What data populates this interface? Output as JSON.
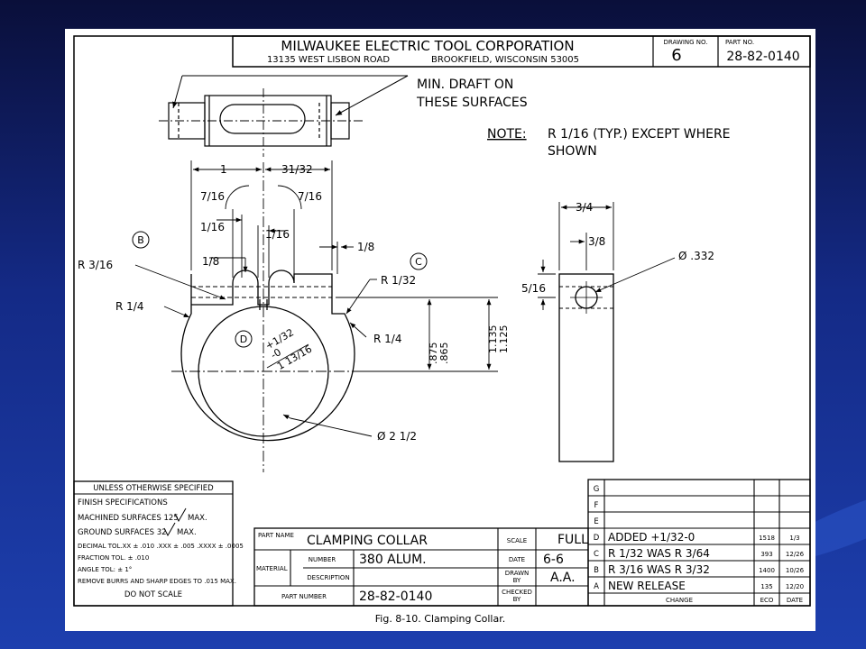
{
  "title_block": {
    "company": "MILWAUKEE ELECTRIC TOOL CORPORATION",
    "address_street": "13135 WEST LISBON ROAD",
    "address_city": "BROOKFIELD, WISCONSIN 53005",
    "drawing_no_label": "DRAWING NO.",
    "drawing_no": "6",
    "part_no_label": "PART NO.",
    "part_no": "28-82-0140"
  },
  "notes": {
    "draft_line1": "MIN. DRAFT ON",
    "draft_line2": "THESE SURFACES",
    "note_label": "NOTE:",
    "note_line1": "R 1/16 (TYP.) EXCEPT WHERE",
    "note_line2": "SHOWN"
  },
  "dimensions": {
    "d_1": "1",
    "d_31_32": "31/32",
    "d_7_16_left": "7/16",
    "d_7_16_right": "7/16",
    "d_1_16_left": "1/16",
    "d_1_16_right": "1/16",
    "d_1_8_left": "1/8",
    "d_1_8_right": "1/8",
    "r_3_16": "R 3/16",
    "r_1_4_left": "R 1/4",
    "r_1_32": "R 1/32",
    "r_1_4_right": "R 1/4",
    "tol_plus": "+1/32",
    "tol_minus": "-0",
    "bore": "1 13/16",
    "d_875": ".875",
    "d_865": ".865",
    "d_1135": "1.135",
    "d_1125": "1.125",
    "dia_2_1_2": "Ø 2 1/2",
    "d_3_4": "3/4",
    "d_3_8": "3/8",
    "d_5_16": "5/16",
    "dia_332": "Ø .332"
  },
  "callouts": {
    "b": "B",
    "c": "C",
    "d": "D"
  },
  "spec_box": {
    "heading": "UNLESS OTHERWISE SPECIFIED",
    "finish": "FINISH SPECIFICATIONS",
    "machined": "MACHINED SURFACES 125",
    "machined_max": "MAX.",
    "ground": "GROUND SURFACES 32",
    "ground_max": "MAX.",
    "decimal": "DECIMAL TOL.XX ± .010 .XXX ± .005 .XXXX ± .0005",
    "fraction": "FRACTION TOL.  ± .010",
    "angle": "ANGLE TOL:  ± 1°",
    "burrs": "REMOVE BURRS AND SHARP EDGES TO .015 MAX.",
    "do_not_scale": "DO NOT SCALE"
  },
  "part_box": {
    "part_name_label": "PART NAME",
    "part_name": "CLAMPING COLLAR",
    "scale_label": "SCALE",
    "scale": "FULL",
    "material_label": "MATERIAL",
    "number_label": "NUMBER",
    "material_number": "380 ALUM.",
    "date_label": "DATE",
    "date": "6-6",
    "description_label": "DESCRIPTION",
    "drawn_by_label1": "DRAWN",
    "drawn_by_label2": "BY",
    "drawn_by": "A.A.",
    "part_number_label": "PART NUMBER",
    "part_number": "28-82-0140",
    "checked_by_label1": "CHECKED",
    "checked_by_label2": "BY"
  },
  "revisions": {
    "rows": [
      {
        "letter": "G",
        "change": "",
        "eco": "",
        "date": ""
      },
      {
        "letter": "F",
        "change": "",
        "eco": "",
        "date": ""
      },
      {
        "letter": "E",
        "change": "",
        "eco": "",
        "date": ""
      },
      {
        "letter": "D",
        "change": "ADDED +1/32-0",
        "eco": "1518",
        "date": "1/3"
      },
      {
        "letter": "C",
        "change": "R 1/32 WAS R 3/64",
        "eco": "393",
        "date": "12/26"
      },
      {
        "letter": "B",
        "change": "R 3/16 WAS R 3/32",
        "eco": "1400",
        "date": "10/26"
      },
      {
        "letter": "A",
        "change": "NEW RELEASE",
        "eco": "135",
        "date": "12/20"
      }
    ],
    "change_label": "CHANGE",
    "eco_label": "ECO",
    "date_label": "DATE"
  },
  "caption": "Fig. 8-10. Clamping Collar."
}
